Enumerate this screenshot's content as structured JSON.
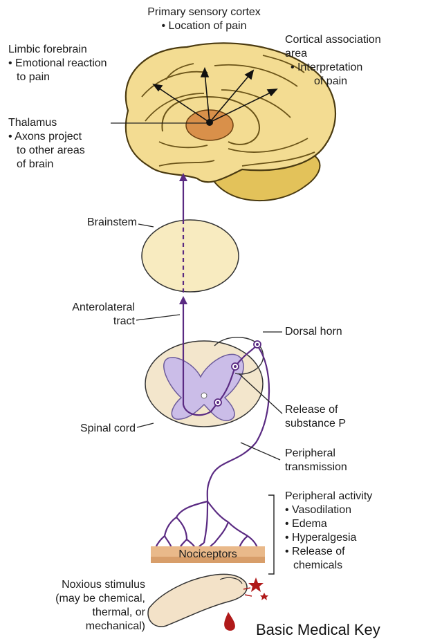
{
  "labels": {
    "primary_cortex": [
      "Primary sensory cortex",
      "• Location of pain"
    ],
    "limbic": [
      "Limbic forebrain",
      "• Emotional reaction",
      "to pain"
    ],
    "cortical_assoc": [
      "Cortical association",
      "area",
      "• Interpretation",
      "of pain"
    ],
    "thalamus": [
      "Thalamus",
      "• Axons project",
      "to other areas",
      "of brain"
    ],
    "brainstem": "Brainstem",
    "anterolateral": [
      "Anterolateral",
      "tract"
    ],
    "dorsal_horn": "Dorsal horn",
    "release_p": [
      "Release of",
      "substance P"
    ],
    "spinal_cord": "Spinal cord",
    "peripheral_transmission": [
      "Peripheral",
      "transmission"
    ],
    "peripheral_activity": [
      "Peripheral activity",
      "• Vasodilation",
      "• Edema",
      "• Hyperalgesia",
      "• Release of",
      "chemicals"
    ],
    "nociceptors": "Nociceptors",
    "stimulus": [
      "Noxious stimulus",
      "(may be chemical,",
      "thermal, or",
      "mechanical)"
    ]
  },
  "watermark": "Basic Medical Key",
  "colors": {
    "brain": "#f3dc92",
    "brain_outline": "#4a3a10",
    "thalamus": "#d9904a",
    "pathway": "#5a2a82",
    "spinal_gray": "#cbbde8",
    "brainstem": "#f8ebc0",
    "skin": "#e9b98a",
    "blood": "#b01a1a"
  }
}
